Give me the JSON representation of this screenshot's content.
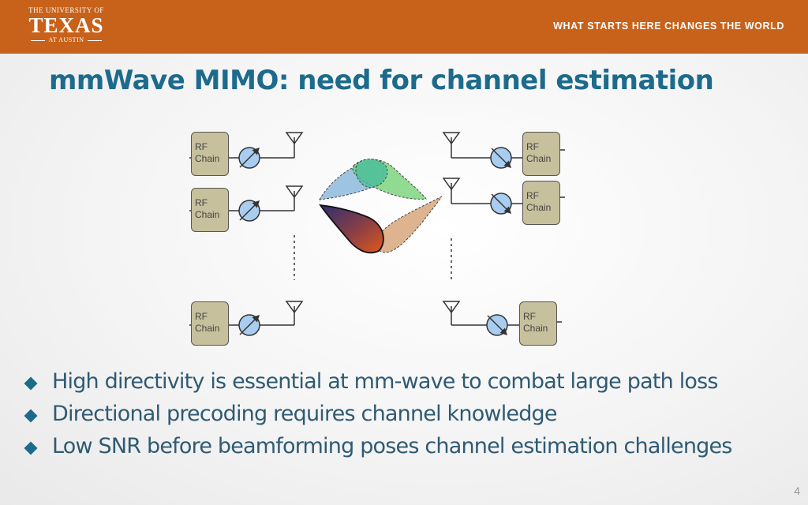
{
  "header": {
    "logo": {
      "line1": "THE UNIVERSITY OF",
      "line2": "TEXAS",
      "line3": "AT AUSTIN"
    },
    "tagline": "WHAT STARTS HERE CHANGES THE WORLD"
  },
  "slide": {
    "title": "mmWave MIMO: need for channel estimation",
    "page_number": "4"
  },
  "diagram": {
    "tx_chains": [
      {
        "line1": "RF",
        "line2": "Chain"
      },
      {
        "line1": "RF",
        "line2": "Chain"
      },
      {
        "line1": "RF",
        "line2": "Chain"
      }
    ],
    "rx_chains": [
      {
        "line1": "RF",
        "line2": "Chain"
      },
      {
        "line1": "RF",
        "line2": "Chain"
      },
      {
        "line1": "RF",
        "line2": "Chain"
      }
    ]
  },
  "bullets": [
    "High directivity is essential at mm-wave to combat large path loss",
    "Directional precoding requires channel knowledge",
    "Low SNR before beamforming poses channel estimation challenges"
  ]
}
